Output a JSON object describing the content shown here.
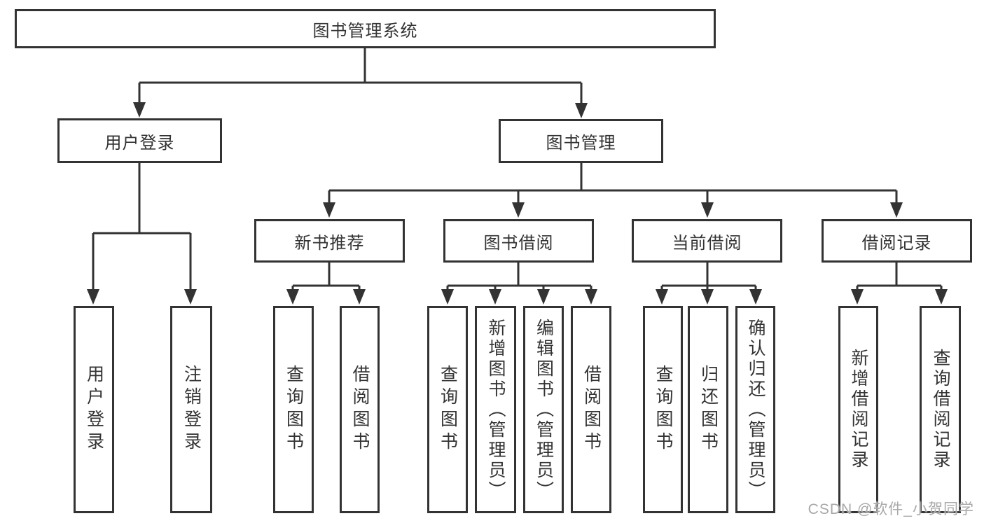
{
  "diagram": {
    "type": "hierarchy-tree",
    "colors": {
      "line": "#333333",
      "box_border": "#333333",
      "box_fill": "#ffffff",
      "text": "#333333",
      "watermark_text": "#a8a8a8"
    },
    "nodes": {
      "root": "图书管理系统",
      "user_login": "用户登录",
      "book_mgmt": "图书管理",
      "new_book_rec": "新书推荐",
      "book_borrow": "图书借阅",
      "current_borrow": "当前借阅",
      "borrow_record": "借阅记录",
      "leaf_user_login": "用户登录",
      "leaf_logout": "注销登录",
      "leaf_query_book_1": "查询图书",
      "leaf_borrow_book_1": "借阅图书",
      "leaf_query_book_2": "查询图书",
      "leaf_add_book": "新增图书（管理员）",
      "leaf_edit_book": "编辑图书（管理员）",
      "leaf_borrow_book_2": "借阅图书",
      "leaf_query_book_3": "查询图书",
      "leaf_return_book": "归还图书",
      "leaf_confirm_return": "确认归还（管理员）",
      "leaf_add_record": "新增借阅记录",
      "leaf_query_record": "查询借阅记录"
    },
    "hierarchy": {
      "图书管理系统": {
        "用户登录": [
          "用户登录",
          "注销登录"
        ],
        "图书管理": {
          "新书推荐": [
            "查询图书",
            "借阅图书"
          ],
          "图书借阅": [
            "查询图书",
            "新增图书（管理员）",
            "编辑图书（管理员）",
            "借阅图书"
          ],
          "当前借阅": [
            "查询图书",
            "归还图书",
            "确认归还（管理员）"
          ],
          "借阅记录": [
            "新增借阅记录",
            "查询借阅记录"
          ]
        }
      }
    },
    "watermark": "CSDN @软件_小贺同学"
  }
}
